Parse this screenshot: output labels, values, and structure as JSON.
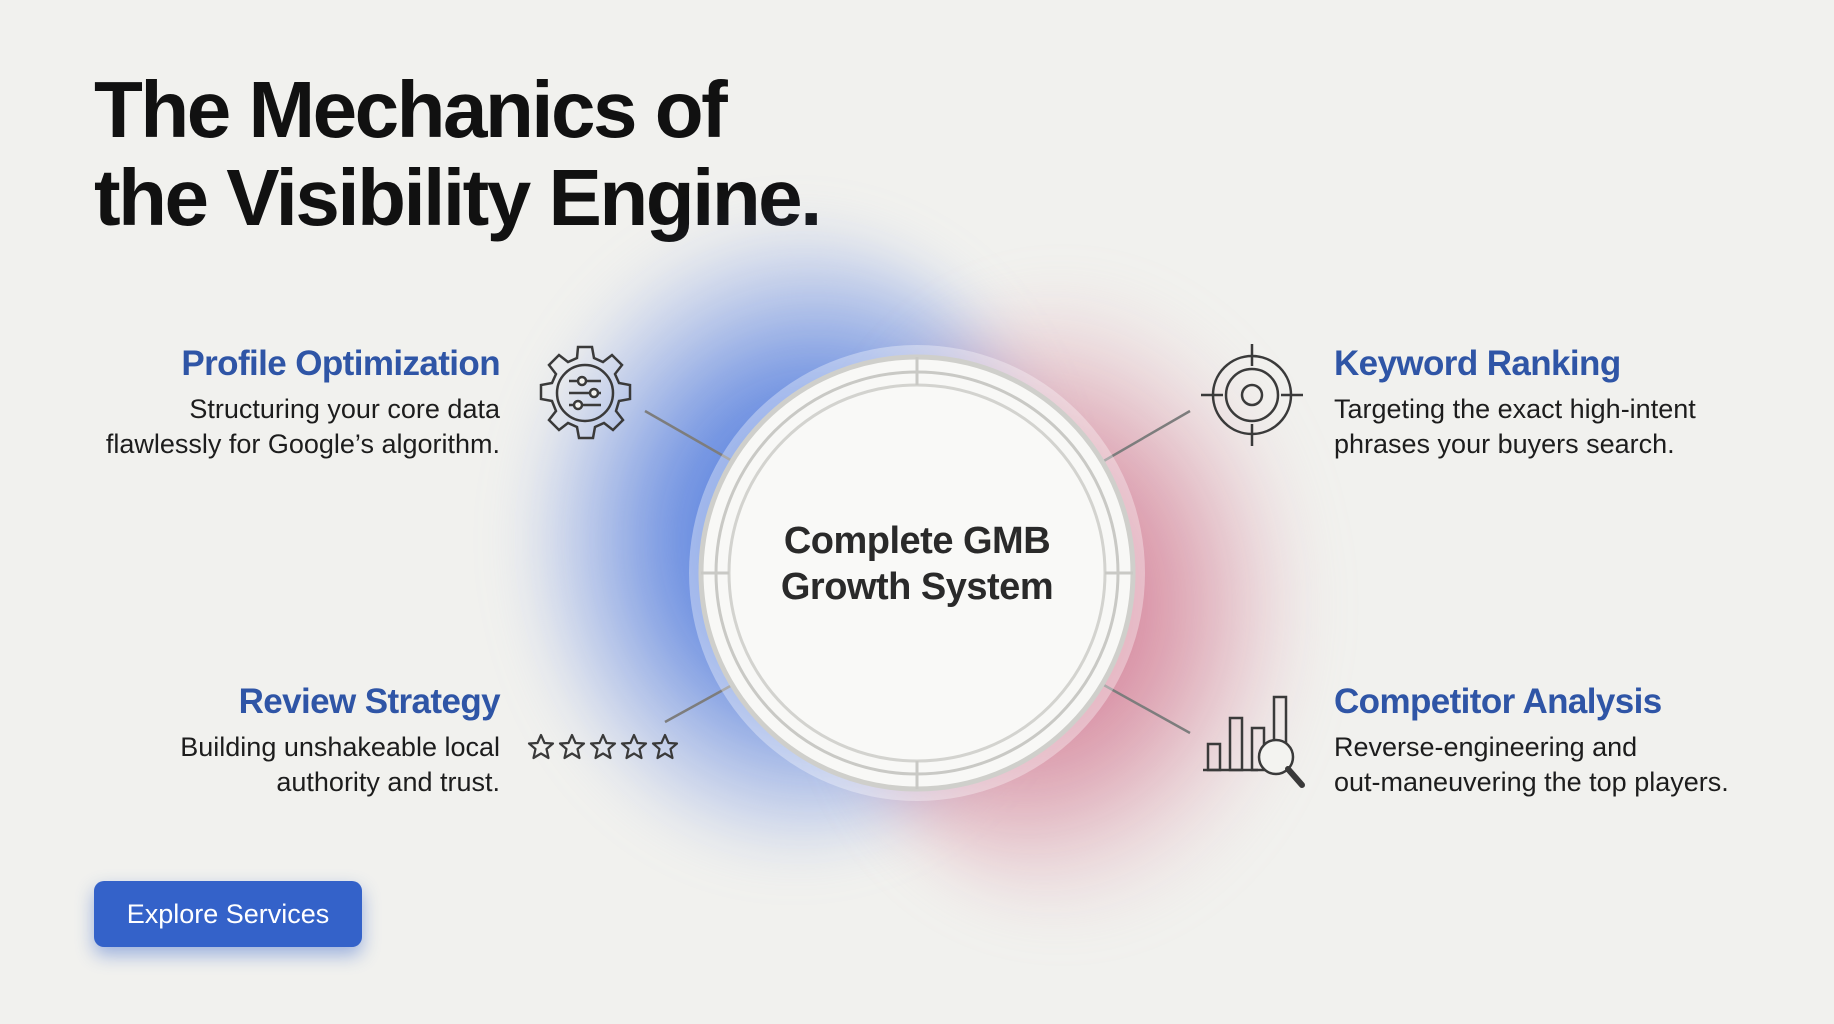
{
  "title": {
    "line1": "The Mechanics of",
    "line2": "the Visibility Engine."
  },
  "hub": {
    "line1": "Complete GMB",
    "line2": "Growth System"
  },
  "features": [
    {
      "title": "Profile Optimization",
      "line1": "Structuring your core data",
      "line2": "flawlessly for Google’s algorithm.",
      "icon": "gear-sliders-icon"
    },
    {
      "title": "Keyword Ranking",
      "line1": "Targeting the exact high-intent",
      "line2": "phrases your buyers search.",
      "icon": "target-crosshair-icon"
    },
    {
      "title": "Review Strategy",
      "line1": "Building unshakeable local",
      "line2": "authority and trust.",
      "icon": "five-stars-icon"
    },
    {
      "title": "Competitor Analysis",
      "line1": "Reverse-engineering and",
      "line2": "out-maneuvering the top players.",
      "icon": "bar-chart-magnifier-icon"
    }
  ],
  "cta": {
    "label": "Explore Services"
  },
  "colors": {
    "background": "#f1f1ee",
    "heading_blue": "#2f55a6",
    "button_blue": "#3462c9",
    "glow_blue": "#3668db",
    "glow_red": "#c8466e"
  }
}
